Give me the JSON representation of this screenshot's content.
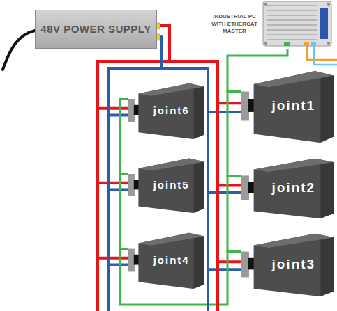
{
  "diagram": {
    "nodes": [
      {
        "text": [
          "48V POWER SUPPLY"
        ]
      },
      {
        "text": [
          "INDUSTRIAL PC WITH ETHERCAT MASTER"
        ]
      },
      {
        "text": [
          "joint6"
        ]
      },
      {
        "text": [
          "joint1"
        ]
      },
      {
        "text": [
          "joint5"
        ]
      },
      {
        "text": [
          "joint2"
        ]
      },
      {
        "text": [
          "joint4"
        ]
      },
      {
        "text": [
          "joint3"
        ]
      }
    ],
    "edges": [
      {
        "from": 0,
        "to": 2,
        "arrow": "none"
      },
      {
        "from": 0,
        "to": 4,
        "arrow": "none"
      },
      {
        "from": 0,
        "to": 6,
        "arrow": "none"
      },
      {
        "from": 0,
        "to": 3,
        "arrow": "none"
      },
      {
        "from": 0,
        "to": 5,
        "arrow": "none"
      },
      {
        "from": 0,
        "to": 7,
        "arrow": "none"
      },
      {
        "from": 1,
        "to": 3,
        "arrow": "none"
      },
      {
        "from": 3,
        "to": 5,
        "arrow": "none"
      },
      {
        "from": 5,
        "to": 7,
        "arrow": "none"
      },
      {
        "from": 7,
        "to": 6,
        "arrow": "none"
      },
      {
        "from": 6,
        "to": 4,
        "arrow": "none"
      },
      {
        "from": 4,
        "to": 2,
        "arrow": "none"
      }
    ]
  }
}
